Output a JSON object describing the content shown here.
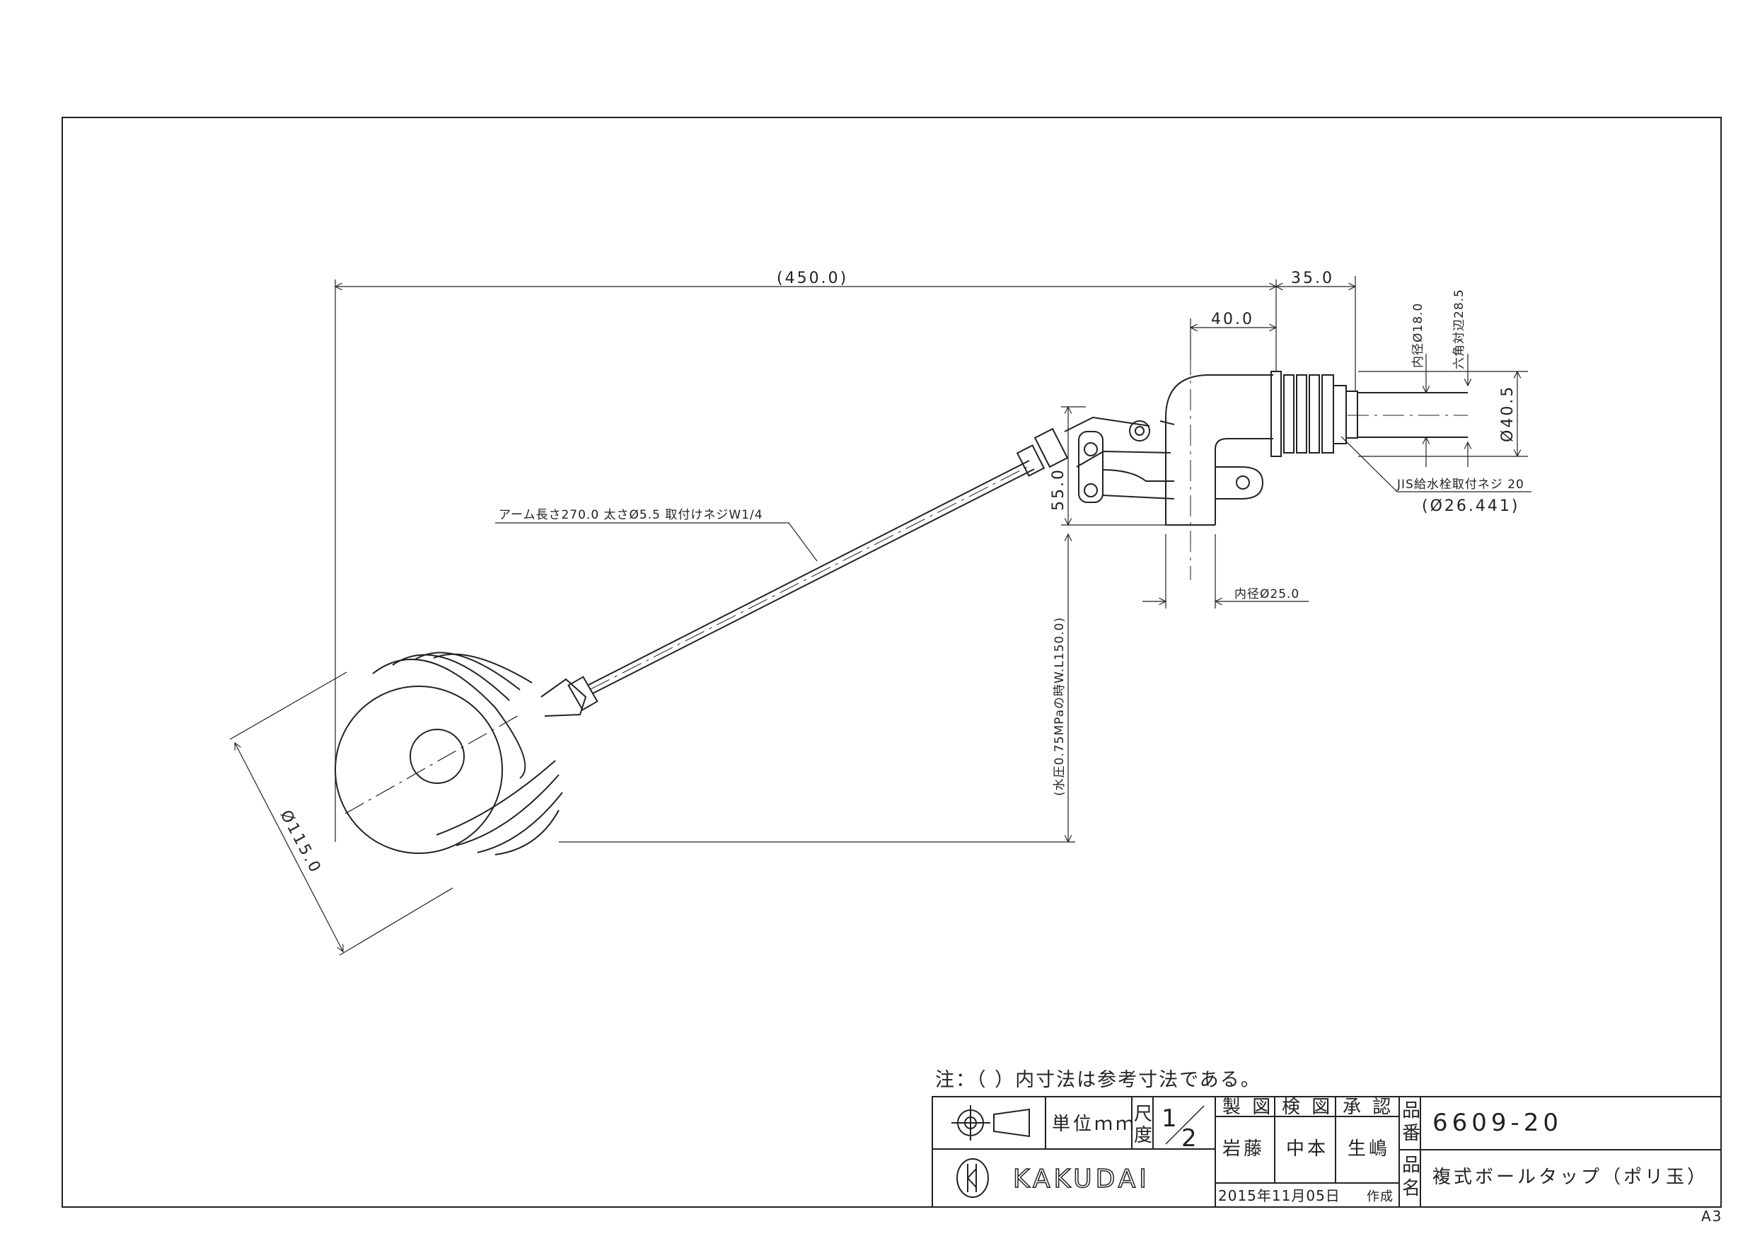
{
  "dimensions": {
    "arm_span": "(450.0)",
    "offset_35": "35.0",
    "offset_40": "40.0",
    "inner_diameter_18": "内径Ø18.0",
    "hex_across_flats": "六角対辺28.5",
    "outer_diameter_40": "Ø40.5",
    "jis_thread": "JIS給水栓取付ネジ 20",
    "thread_diameter": "(Ø26.441)",
    "height_55": "55.0",
    "arm_spec": "アーム長さ270.0 太さØ5.5 取付けネジW1/4",
    "water_pressure": "(水圧0.75MPaの時W.L150.0)",
    "inner_diameter_25": "内径Ø25.0",
    "ball_diameter": "Ø115.0"
  },
  "note": "注：（ ）内寸法は参考寸法である。",
  "title_block": {
    "unit_label": "単位ｍｍ",
    "scale_label_1": "尺",
    "scale_label_2": "度",
    "scale_numerator": "1",
    "scale_denominator": "2",
    "drawn_label": "製 図",
    "checked_label": "検 図",
    "approved_label": "承 認",
    "drawn_by": "岩藤",
    "checked_by": "中本",
    "approved_by": "生嶋",
    "part_number_label_1": "品",
    "part_number_label_2": "番",
    "part_number": "6609-20",
    "product_name_label_1": "品",
    "product_name_label_2": "名",
    "product_name": "複式ボールタップ（ポリ玉）",
    "created_date": "2015年11月05日",
    "created_label": "作成",
    "brand": "KAKUDAI"
  },
  "sheet_size": "A3"
}
